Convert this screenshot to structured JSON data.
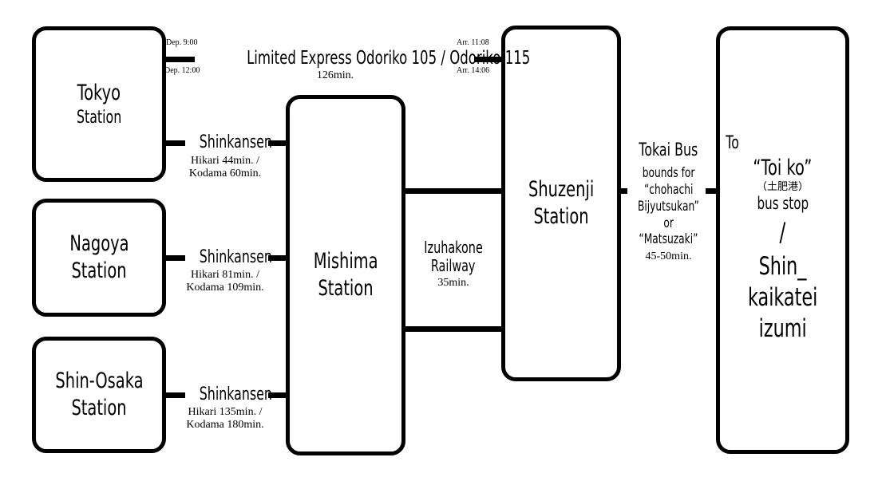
{
  "stations": {
    "tokyo": {
      "line1": "Tokyo",
      "line2": "Station"
    },
    "nagoya": {
      "line1": "Nagoya",
      "line2": "Station"
    },
    "shin_osaka": {
      "line1": "Shin-Osaka",
      "line2": "Station"
    },
    "mishima": {
      "line1": "Mishima",
      "line2": "Station"
    },
    "shuzenji": {
      "line1": "Shuzenji",
      "line2": "Station"
    }
  },
  "limited_express": {
    "dep1": "Dep. 9:00",
    "dep2": "Dep. 12:00",
    "arr1": "Arr. 11:08",
    "arr2": "Arr. 14:06",
    "name": "Limited Express Odoriko 105 / Odoriko 115",
    "duration": "126min."
  },
  "shinkansen_routes": [
    {
      "label": "Shinkansen",
      "time1": "Hikari 44min. /",
      "time2": "Kodama 60min."
    },
    {
      "label": "Shinkansen",
      "time1": "Hikari 81min. /",
      "time2": "Kodama 109min."
    },
    {
      "label": "Shinkansen",
      "time1": "Hikari 135min. /",
      "time2": "Kodama 180min."
    }
  ],
  "izuhakone": {
    "line1": "Izuhakone",
    "line2": "Railway",
    "duration": "35min."
  },
  "bus": {
    "title": "Tokai Bus",
    "l1": "bounds for",
    "l2": "“chohachi",
    "l3": "Bijyutsukan”",
    "l4": "or",
    "l5": "“Matsuzaki”",
    "duration": "45-50min."
  },
  "destination": {
    "to": "To",
    "stop": "“Toi ko”",
    "kanji": "（土肥港）",
    "bus_stop": "bus stop",
    "slash": "/",
    "name1": "Shin_",
    "name2": "kaikatei",
    "name3": "izumi"
  }
}
